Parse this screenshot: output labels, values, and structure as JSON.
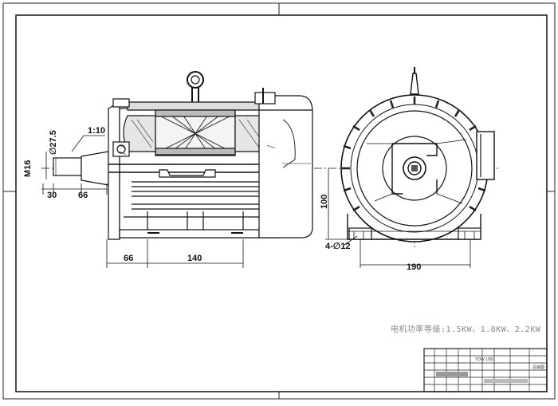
{
  "dimensions": {
    "taper": "1:10",
    "shaft_diameter": "∅27.5",
    "thread": "M16",
    "shaft_left": "30",
    "shaft_right": "66",
    "foot_offset": "66",
    "foot_spacing": "140",
    "center_height": "100",
    "holes": "4-∅12",
    "foot_width": "190"
  },
  "note": "电机功率等级:1.5KW、1.8KW、2.2KW",
  "title_block": {
    "drawing_no": "YDW 100L",
    "drawing_name": "总装图"
  }
}
